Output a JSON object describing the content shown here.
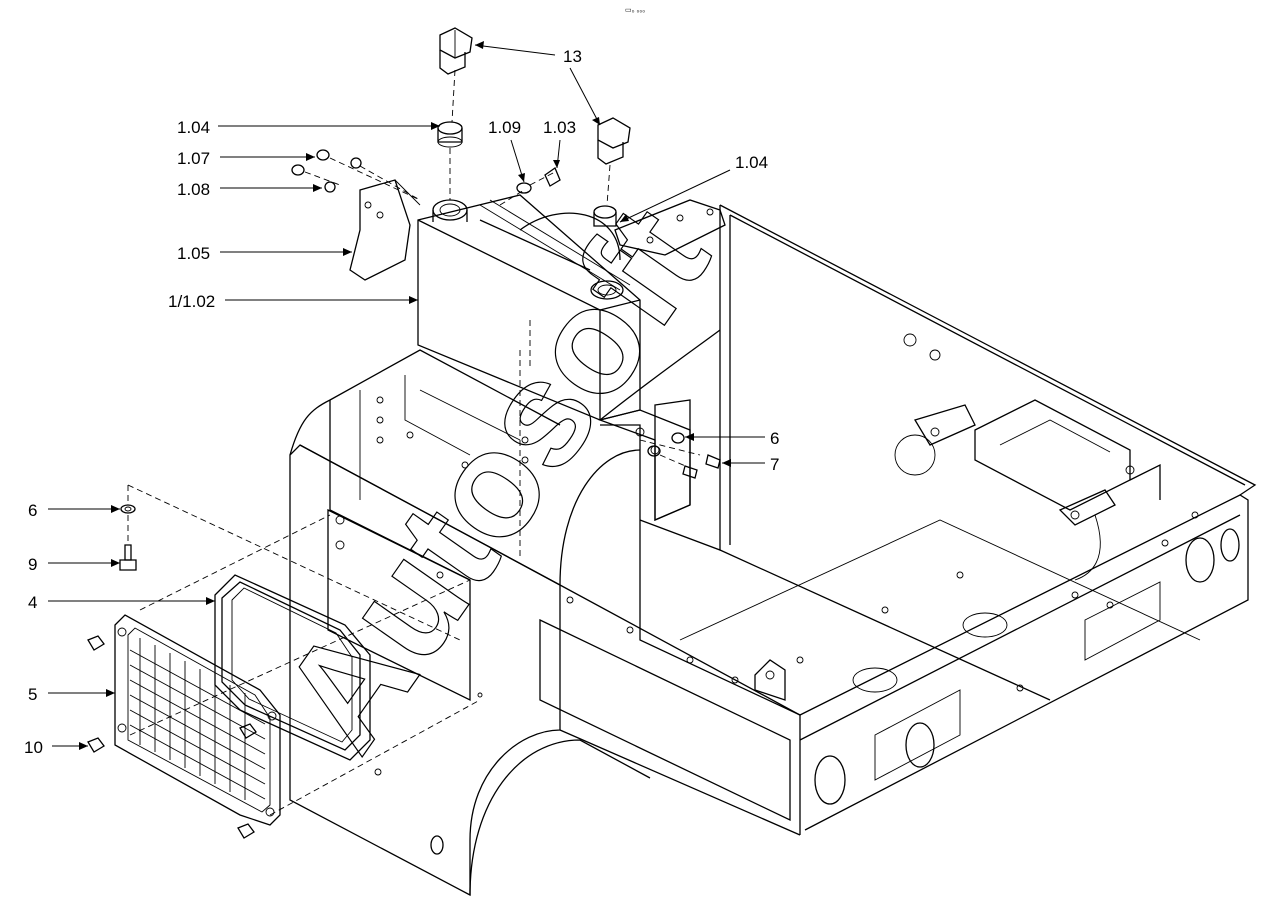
{
  "page_marker": "▭₀ ₀₀₀",
  "watermark": "Autosoft",
  "callouts": [
    {
      "id": "13",
      "label": "13"
    },
    {
      "id": "1.04a",
      "label": "1.04"
    },
    {
      "id": "1.09",
      "label": "1.09"
    },
    {
      "id": "1.03",
      "label": "1.03"
    },
    {
      "id": "1.07",
      "label": "1.07"
    },
    {
      "id": "1.08",
      "label": "1.08"
    },
    {
      "id": "1.04b",
      "label": "1.04"
    },
    {
      "id": "1.05",
      "label": "1.05"
    },
    {
      "id": "1/1.02",
      "label": "1/1.02"
    },
    {
      "id": "6a",
      "label": "6"
    },
    {
      "id": "7",
      "label": "7"
    },
    {
      "id": "6b",
      "label": "6"
    },
    {
      "id": "9",
      "label": "9"
    },
    {
      "id": "4",
      "label": "4"
    },
    {
      "id": "5",
      "label": "5"
    },
    {
      "id": "10",
      "label": "10"
    }
  ]
}
